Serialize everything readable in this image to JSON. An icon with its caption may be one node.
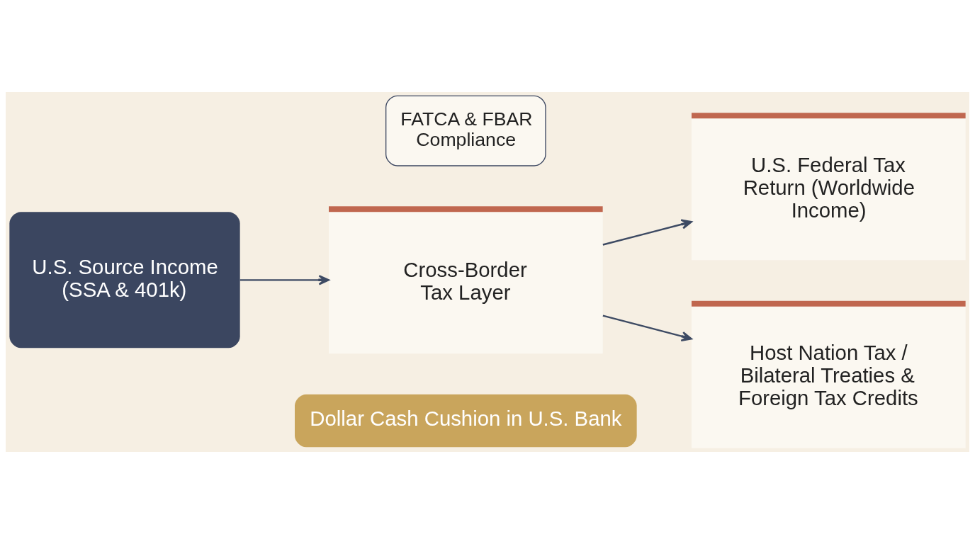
{
  "diagram": {
    "nodes": [
      {
        "text": [
          "U.S. Source Income (SSA & 401k)"
        ]
      },
      {
        "text": [
          "Cross-Border Tax Layer"
        ]
      },
      {
        "text": [
          "FATCA & FBAR Compliance"
        ]
      },
      {
        "text": [
          "U.S. Federal Tax Return (Worldwide Income)"
        ]
      },
      {
        "text": [
          "Host Nation Tax / Bilateral Treaties & Foreign Tax Credits"
        ]
      },
      {
        "text": [
          "Dollar Cash Cushion in U.S. Bank"
        ]
      }
    ],
    "edges": [
      {
        "from": 0,
        "to": 1,
        "arrow": "to"
      },
      {
        "from": 1,
        "to": 3,
        "arrow": "to"
      },
      {
        "from": 1,
        "to": 4,
        "arrow": "to"
      }
    ]
  }
}
